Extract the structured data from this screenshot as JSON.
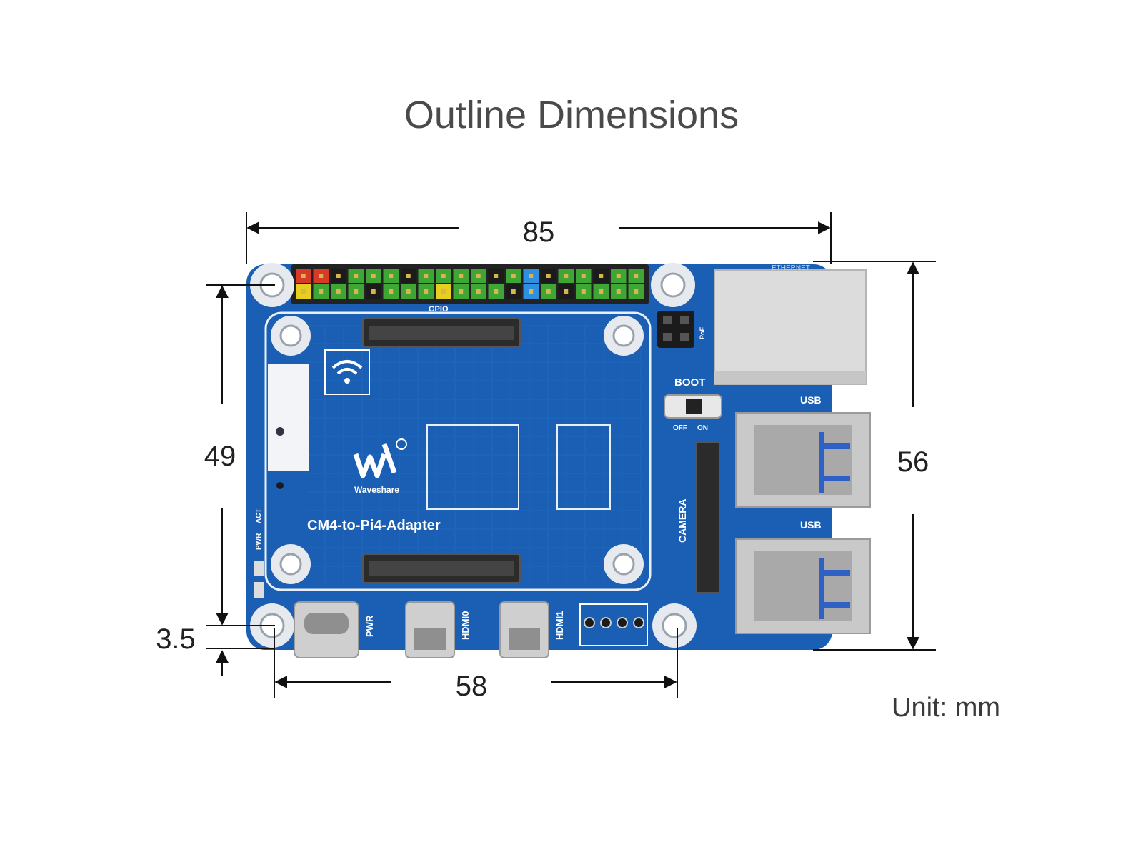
{
  "title": "Outline Dimensions",
  "unit_label": "Unit: mm",
  "dimensions": {
    "width": "85",
    "height": "56",
    "hole_span_vertical": "49",
    "hole_offset": "3.5",
    "hole_span_horizontal": "58"
  },
  "board": {
    "brand": "Waveshare",
    "model": "CM4-to-Pi4-Adapter",
    "gpio_label": "GPIO",
    "boot_label": "BOOT",
    "boot_off": "OFF",
    "boot_on": "ON",
    "usb_label_top": "USB",
    "usb_label_bottom": "USB",
    "camera_label": "CAMERA",
    "pwr_label": "PWR",
    "hdmi0_label": "HDMI0",
    "hdmi1_label": "HDMI1",
    "led_pwr_label": "PWR",
    "led_act_label": "ACT",
    "poe_label": "PoE",
    "ethernet_label": "ETHERNET"
  },
  "colors": {
    "pcb": "#1a5fb4",
    "pcb_dark": "#124a96",
    "header_green": "#3fa535",
    "header_red": "#d83a2a",
    "header_yellow": "#e6cf1f",
    "header_blue": "#2f8fe0",
    "header_black": "#1b1b1b"
  }
}
